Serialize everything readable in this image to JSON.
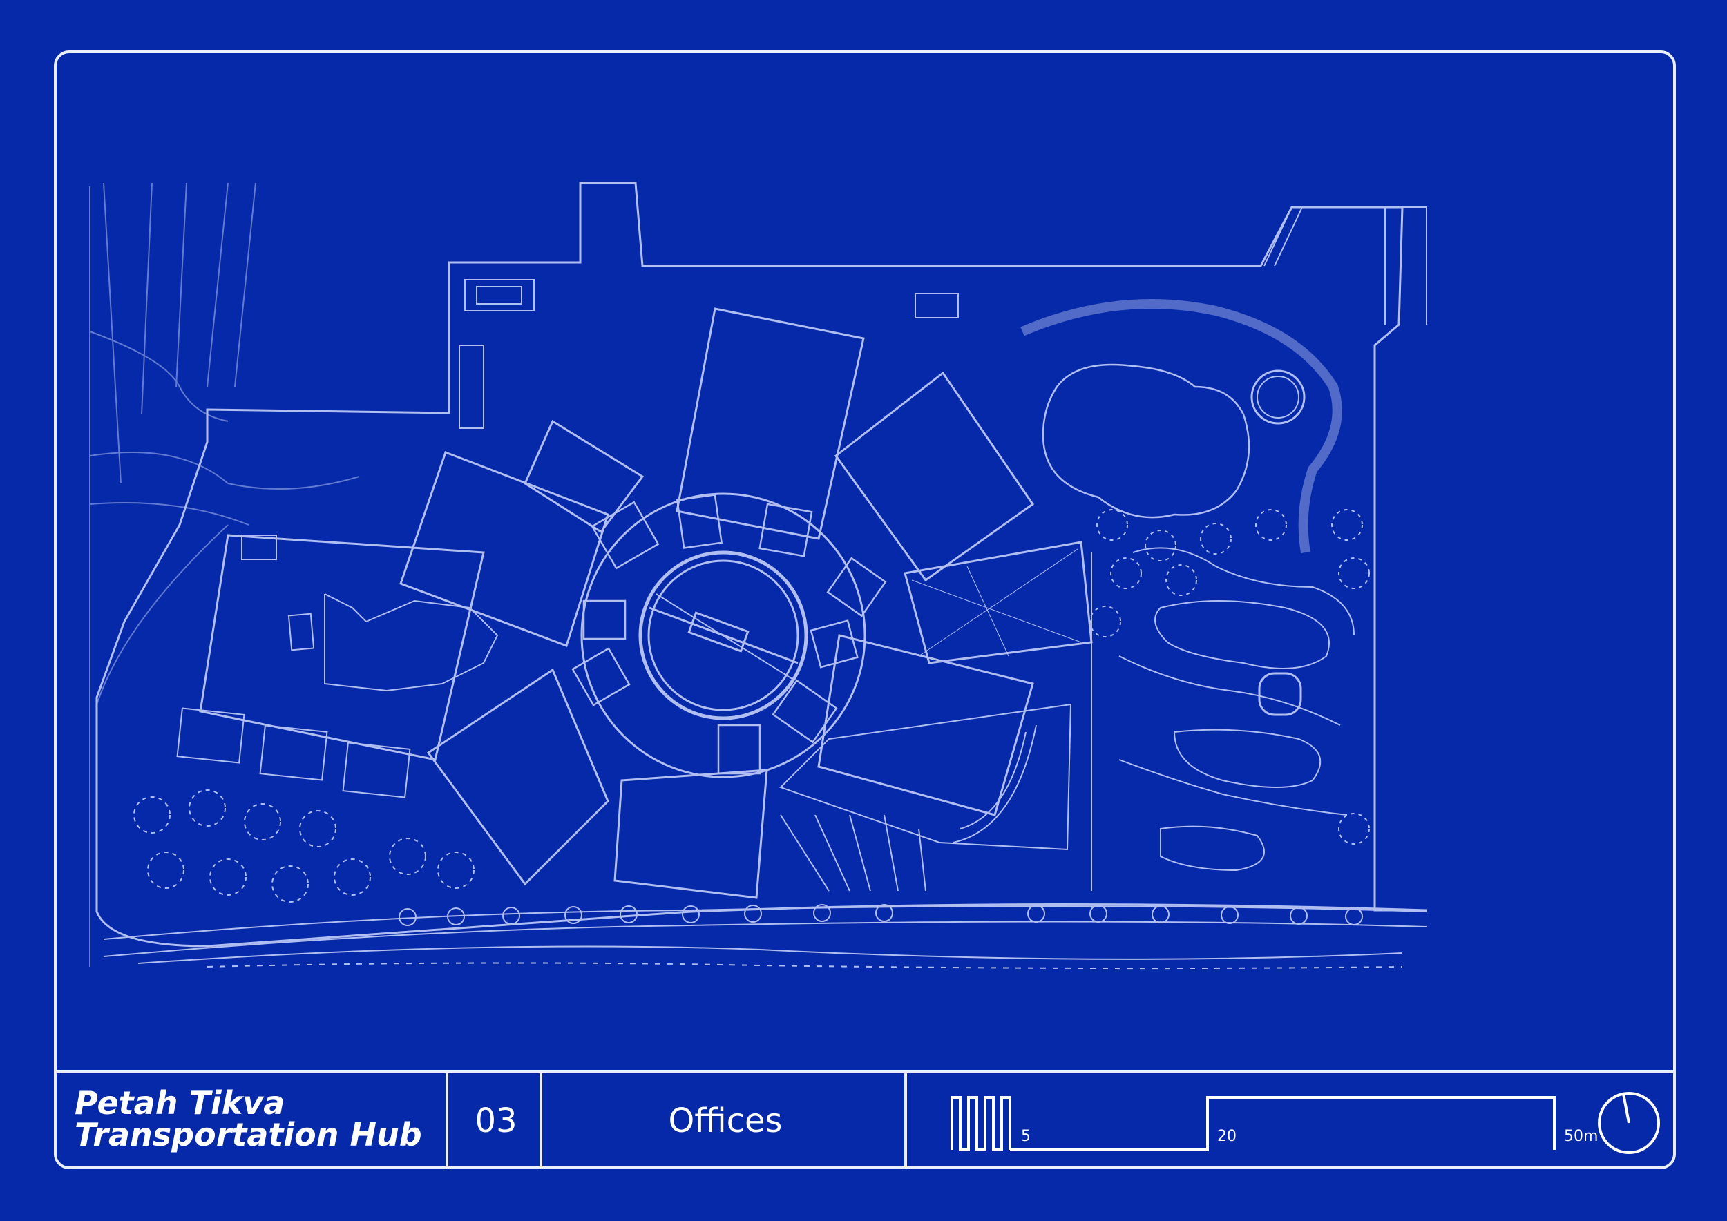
{
  "title_block": {
    "project_line_1": "Petah Tikva",
    "project_line_2": "Transportation Hub",
    "sheet_number": "03",
    "sheet_name": "Offices"
  },
  "scale_bar": {
    "labels": [
      "5",
      "20",
      "50m"
    ]
  },
  "icons": {
    "north_arrow": "north-arrow-icon"
  },
  "colors": {
    "background": "#0529a8",
    "lines": "#e9eeff"
  }
}
